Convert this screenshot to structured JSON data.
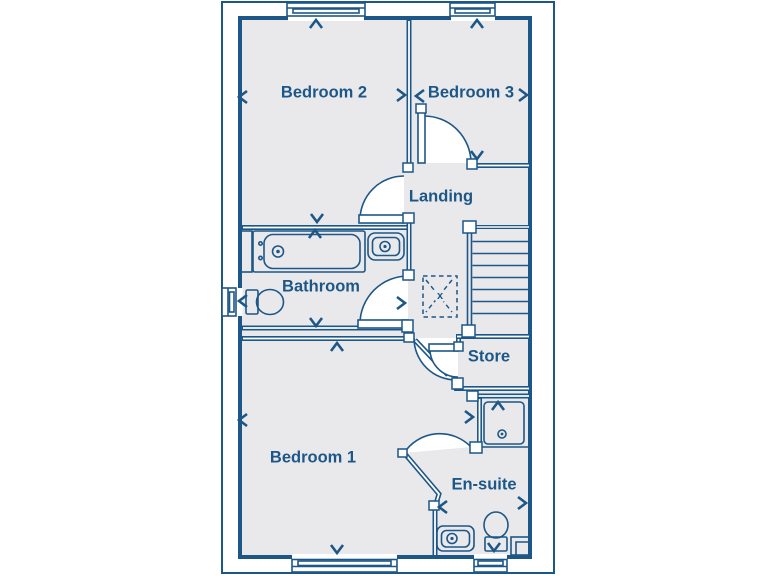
{
  "floor_plan": {
    "rooms": [
      {
        "id": "bedroom-2",
        "label": "Bedroom 2"
      },
      {
        "id": "bedroom-3",
        "label": "Bedroom 3"
      },
      {
        "id": "landing",
        "label": "Landing"
      },
      {
        "id": "bathroom",
        "label": "Bathroom"
      },
      {
        "id": "store",
        "label": "Store"
      },
      {
        "id": "bedroom-1",
        "label": "Bedroom 1"
      },
      {
        "id": "en-suite",
        "label": "En-suite"
      }
    ],
    "loft_hatch_mark": "x",
    "fixture_icons": [
      "bath-icon",
      "washbasin-icon",
      "toilet-icon",
      "shower-icon",
      "staircase-icon",
      "loft-hatch-icon",
      "window-icon",
      "door-swing-icon"
    ],
    "colors": {
      "line": "#1d5787",
      "room_fill": "#e9e9ec",
      "background": "#ffffff"
    }
  }
}
